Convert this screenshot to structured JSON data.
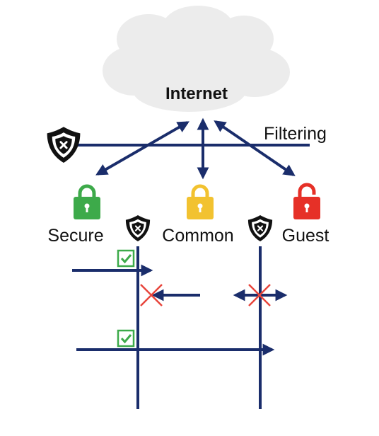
{
  "internet": {
    "label": "Internet"
  },
  "filtering": {
    "label": "Filtering"
  },
  "zones": [
    {
      "label": "Secure",
      "lock": "closed-padlock",
      "color": "#3daa4a"
    },
    {
      "label": "Common",
      "lock": "closed-padlock",
      "color": "#f2c230"
    },
    {
      "label": "Guest",
      "lock": "open-padlock",
      "color": "#e63027"
    }
  ],
  "icons": {
    "shield": "shield-x-icon",
    "check": "checkbox-check-icon",
    "blocked": "red-x-icon"
  },
  "colors": {
    "arrow": "#1a2d6b",
    "cloud": "#ececec",
    "shield": "#111111",
    "check": "#3daa4a",
    "blocked": "#e8453c"
  }
}
